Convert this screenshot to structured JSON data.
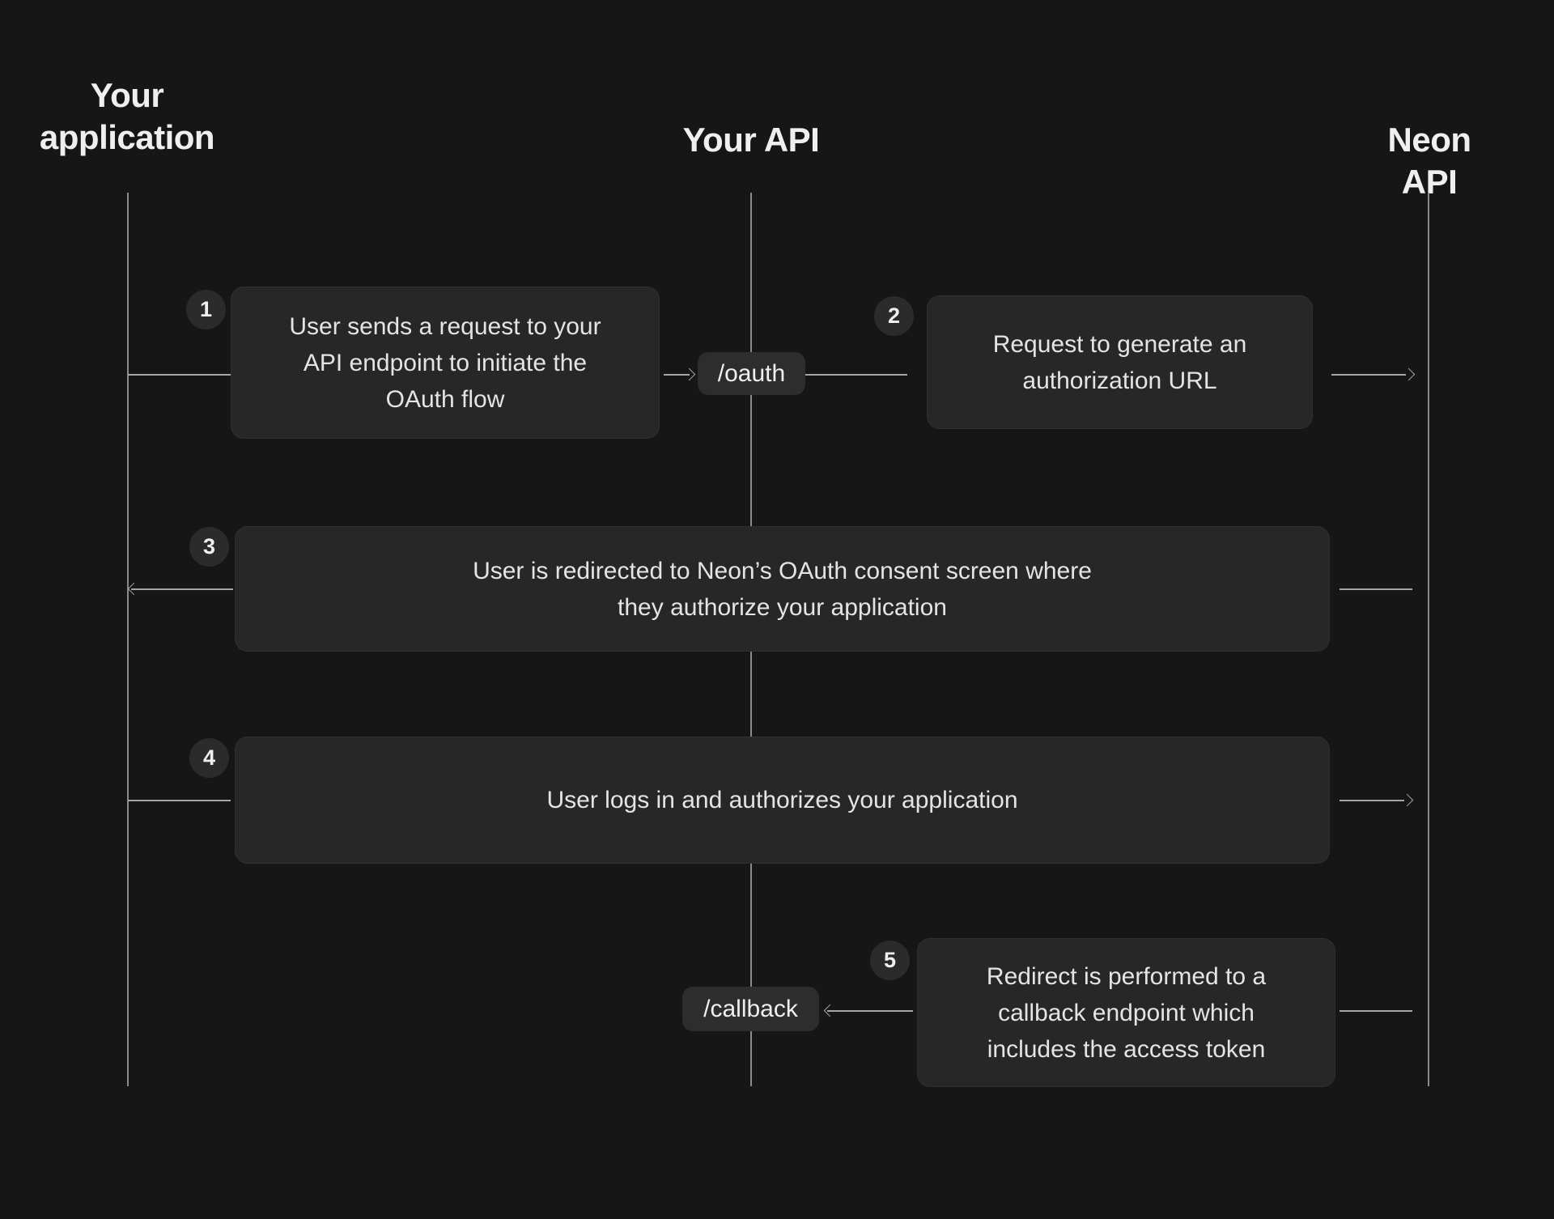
{
  "diagram": {
    "lanes": [
      {
        "label": "Your\napplication"
      },
      {
        "label": "Your API"
      },
      {
        "label": "Neon API"
      }
    ],
    "endpoints": {
      "oauth": "/oauth",
      "callback": "/callback"
    },
    "steps": [
      {
        "number": "1",
        "text": "User sends a request to your\nAPI endpoint to initiate the\nOAuth flow"
      },
      {
        "number": "2",
        "text": "Request to generate an\nauthorization URL"
      },
      {
        "number": "3",
        "text": "User is redirected to Neon’s OAuth consent screen where\nthey authorize your application"
      },
      {
        "number": "4",
        "text": "User logs in and authorizes your application"
      },
      {
        "number": "5",
        "text": "Redirect is performed to a\ncallback endpoint which\nincludes the access token"
      }
    ],
    "colors": {
      "background": "#161616",
      "box_fill": "#272727",
      "pill_fill": "#2d2d2d",
      "badge_fill": "#2b2b2b",
      "line": "#a6a6a6",
      "lifeline": "#8a8a8a",
      "text": "#e4e4e4",
      "heading_text": "#efefef"
    }
  }
}
